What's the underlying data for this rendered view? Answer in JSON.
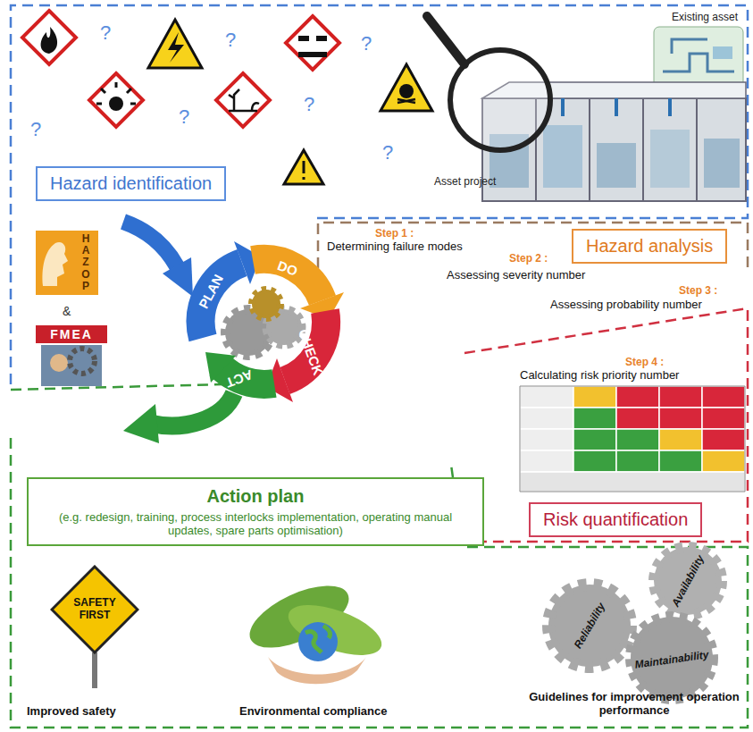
{
  "diagram": {
    "nodes": [
      {
        "text": [
          "Hazard identification"
        ]
      },
      {
        "text": [
          "Hazard analysis"
        ]
      },
      {
        "text": [
          "Risk quantification"
        ]
      },
      {
        "text": [
          "Action plan",
          "(e.g. redesign, training, process interlocks implementation, operating manual updates, spare parts optimisation)"
        ]
      },
      {
        "text": [
          "SAFETY FIRST"
        ]
      }
    ],
    "labels": [
      "?",
      "?",
      "?",
      "?",
      "?",
      "?",
      "?",
      "Existing asset",
      "Asset project",
      "HAZOP",
      "&",
      "FMEA",
      "PLAN",
      "DO",
      "CHECK",
      "ACT",
      "Step 1 :",
      "Determining failure modes",
      "Step 2 :",
      "Assessing severity number",
      "Step 3 :",
      "Assessing probability number",
      "Step 4 :",
      "Calculating risk priority number",
      "Improved safety",
      "Environmental compliance",
      "Guidelines for improvement operation performance",
      "Reliability",
      "Availability",
      "Maintainability"
    ]
  }
}
